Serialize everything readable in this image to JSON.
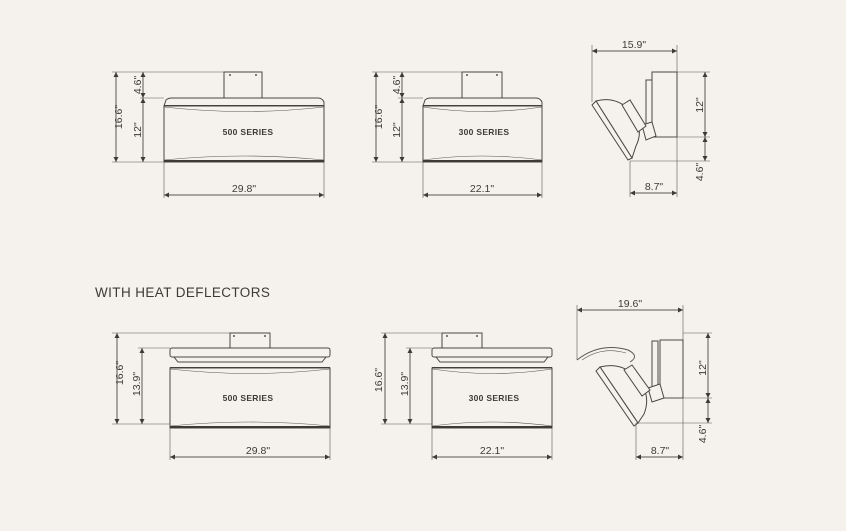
{
  "section_title": "WITH HEAT DEFLECTORS",
  "standard": {
    "front_500": {
      "label": "500 SERIES",
      "overall_height": "16.6\"",
      "bracket_height": "4.6\"",
      "body_height": "12\"",
      "width": "29.8\""
    },
    "front_300": {
      "label": "300 SERIES",
      "overall_height": "16.6\"",
      "bracket_height": "4.6\"",
      "body_height": "12\"",
      "width": "22.1\""
    },
    "side": {
      "depth": "15.9\"",
      "body_height": "12\"",
      "drop": "4.6\"",
      "bracket_depth": "8.7\""
    }
  },
  "deflector": {
    "front_500": {
      "label": "500 SERIES",
      "overall_height": "16.6\"",
      "body_height": "13.9\"",
      "width": "29.8\""
    },
    "front_300": {
      "label": "300 SERIES",
      "overall_height": "16.6\"",
      "body_height": "13.9\"",
      "width": "22.1\""
    },
    "side": {
      "depth": "19.6\"",
      "body_height": "12\"",
      "drop": "4.6\"",
      "bracket_depth": "8.7\""
    }
  }
}
